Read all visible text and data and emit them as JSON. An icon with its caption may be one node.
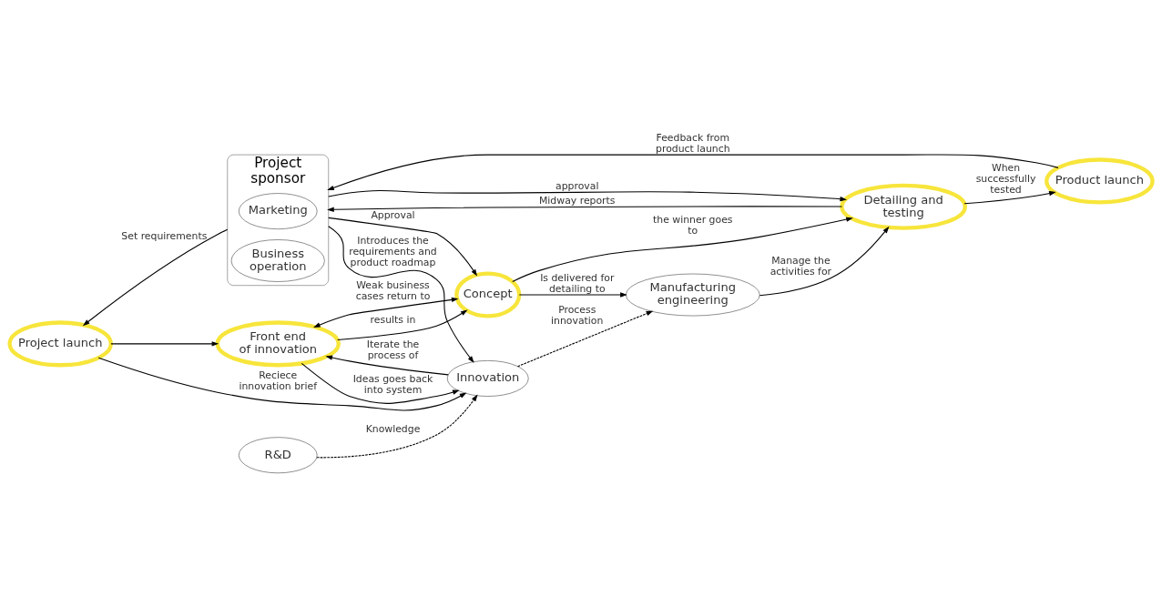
{
  "diagram": {
    "nodes": [
      {
        "text": [
          "Project sponsor"
        ]
      },
      {
        "text": [
          "Marketing"
        ],
        "in": 0
      },
      {
        "text": [
          "Business operation"
        ],
        "in": 0
      },
      {
        "text": [
          "Project launch"
        ]
      },
      {
        "text": [
          "Front end of innovation"
        ]
      },
      {
        "text": [
          "Concept"
        ]
      },
      {
        "text": [
          "Detailing and testing"
        ]
      },
      {
        "text": [
          "Product launch"
        ]
      },
      {
        "text": [
          "Innovation"
        ]
      },
      {
        "text": [
          "R&D"
        ]
      },
      {
        "text": [
          "Manufacturing engineering"
        ]
      }
    ],
    "edges": [
      {
        "from": 0,
        "to": 3,
        "arrow": "to",
        "label": "Set requirements"
      },
      {
        "from": 0,
        "to": 8,
        "arrow": "to",
        "label": "Introduces the requirements and product roadmap"
      },
      {
        "from": 3,
        "to": 4,
        "arrow": "to"
      },
      {
        "from": 3,
        "to": 8,
        "arrow": "to",
        "label": "Reciece innovation brief"
      },
      {
        "from": 4,
        "to": 8,
        "arrow": "to",
        "label": "Ideas goes back into system"
      },
      {
        "from": 8,
        "to": 4,
        "arrow": "to",
        "label": "Iterate the process of"
      },
      {
        "from": 4,
        "to": 5,
        "arrow": "to",
        "label": "results in"
      },
      {
        "from": 5,
        "to": 4,
        "arrow": "both",
        "label": "Weak business cases return to"
      },
      {
        "from": 0,
        "to": 5,
        "arrow": "to",
        "label": "Approval"
      },
      {
        "from": 0,
        "to": 6,
        "arrow": "to",
        "label": "approval"
      },
      {
        "from": 5,
        "to": 6,
        "arrow": "to",
        "label": "the winner goes to"
      },
      {
        "from": 6,
        "to": 0,
        "arrow": "to",
        "label": "Midway reports"
      },
      {
        "from": 7,
        "to": 0,
        "arrow": "to",
        "label": "Feedback from product launch"
      },
      {
        "from": 6,
        "to": 7,
        "arrow": "to",
        "label": "When successfully tested"
      },
      {
        "from": 5,
        "to": 10,
        "arrow": "to",
        "label": "Is delivered for detailing to"
      },
      {
        "from": 10,
        "to": 6,
        "arrow": "to",
        "label": "Manage the activities for"
      },
      {
        "from": 8,
        "to": 10,
        "arrow": "to",
        "label": "Process innovation",
        "style": "dashed"
      },
      {
        "from": 9,
        "to": 8,
        "arrow": "to",
        "label": "Knowledge",
        "style": "dashed"
      }
    ]
  }
}
